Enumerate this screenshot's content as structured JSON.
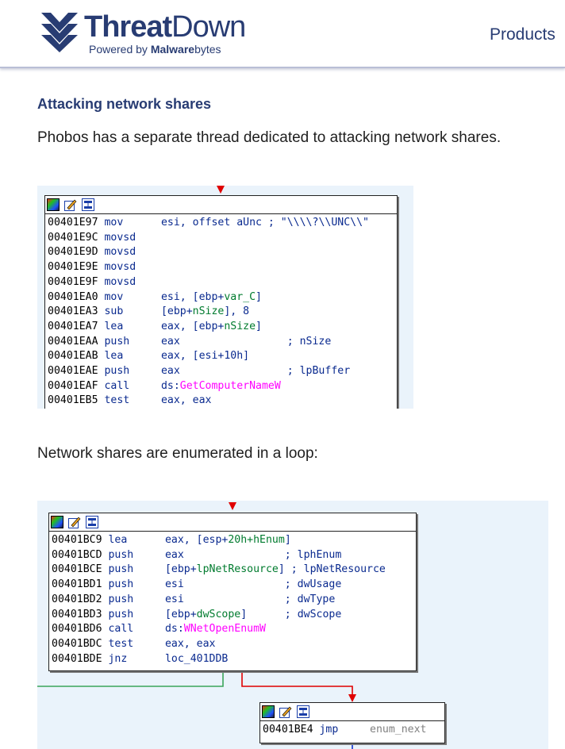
{
  "header": {
    "brand_bold": "Threat",
    "brand_light": "Down",
    "powered_prefix": "Powered by ",
    "powered_bold": "Malware",
    "powered_light": "bytes",
    "nav_products": "Products",
    "logo_icon": "threatdown-chevron-logo",
    "brand_color": "#283c73"
  },
  "article": {
    "section_heading": "Attacking network shares",
    "paragraph1": "Phobos has a separate thread dedicated to attacking network shares.",
    "paragraph2": "Network shares are enumerated in a loop:"
  },
  "panel1": {
    "toolbar_icons": [
      "graph-color-icon",
      "edit-node-icon",
      "node-layout-icon"
    ],
    "lines": [
      {
        "addr": "00401E97",
        "mn": "mov",
        "op": "esi, offset aUnc",
        "cm": " ; \"\\\\\\\\?\\\\UNC\\\\\""
      },
      {
        "addr": "00401E9C",
        "mn": "movsd",
        "op": "",
        "cm": ""
      },
      {
        "addr": "00401E9D",
        "mn": "movsd",
        "op": "",
        "cm": ""
      },
      {
        "addr": "00401E9E",
        "mn": "movsd",
        "op": "",
        "cm": ""
      },
      {
        "addr": "00401E9F",
        "mn": "movsd",
        "op": "",
        "cm": ""
      },
      {
        "addr": "00401EA0",
        "mn": "mov",
        "op_pre": "esi, [ebp+",
        "op_g": "var_C",
        "op_post": "]"
      },
      {
        "addr": "00401EA3",
        "mn": "sub",
        "op_pre": "[ebp+",
        "op_g": "nSize",
        "op_post": "], 8"
      },
      {
        "addr": "00401EA7",
        "mn": "lea",
        "op_pre": "eax, [ebp+",
        "op_g": "nSize",
        "op_post": "]"
      },
      {
        "addr": "00401EAA",
        "mn": "push",
        "op": "eax",
        "cm": "; nSize"
      },
      {
        "addr": "00401EAB",
        "mn": "lea",
        "op": "eax, [esi+10h]",
        "cm": ""
      },
      {
        "addr": "00401EAE",
        "mn": "push",
        "op": "eax",
        "cm": "; lpBuffer"
      },
      {
        "addr": "00401EAF",
        "mn": "call",
        "op_pre": "ds:",
        "op_m": "GetComputerNameW"
      },
      {
        "addr": "00401EB5",
        "mn": "test",
        "op": "eax, eax",
        "cm": ""
      }
    ]
  },
  "panel2": {
    "toolbar_icons": [
      "graph-color-icon",
      "edit-node-icon",
      "node-layout-icon"
    ],
    "lines": [
      {
        "addr": "00401BC9",
        "mn": "lea",
        "op_pre": "eax, [esp+",
        "op_g": "20h+hEnum",
        "op_post": "]"
      },
      {
        "addr": "00401BCD",
        "mn": "push",
        "op": "eax",
        "cm": "; lphEnum"
      },
      {
        "addr": "00401BCE",
        "mn": "push",
        "op_pre": "[ebp+",
        "op_g": "lpNetResource",
        "op_post": "]",
        "cm": " ; lpNetResource"
      },
      {
        "addr": "00401BD1",
        "mn": "push",
        "op": "esi",
        "cm": "; dwUsage"
      },
      {
        "addr": "00401BD2",
        "mn": "push",
        "op": "esi",
        "cm": "; dwType"
      },
      {
        "addr": "00401BD3",
        "mn": "push",
        "op_pre": "[ebp+",
        "op_g": "dwScope",
        "op_post": "]",
        "cm": "; dwScope"
      },
      {
        "addr": "00401BD6",
        "mn": "call",
        "op_pre": "ds:",
        "op_m": "WNetOpenEnumW"
      },
      {
        "addr": "00401BDC",
        "mn": "test",
        "op": "eax, eax",
        "cm": ""
      },
      {
        "addr": "00401BDE",
        "mn": "jnz",
        "op": "loc_401DDB",
        "cm": ""
      }
    ],
    "sub_line": {
      "addr": "00401BE4",
      "mn": "jmp",
      "op": "enum_next"
    }
  },
  "colors": {
    "red_edge": "#e00000",
    "green_edge": "#3aa55a",
    "blue_edge": "#3c5ad8",
    "panel_bg": "#eaf3fb"
  }
}
